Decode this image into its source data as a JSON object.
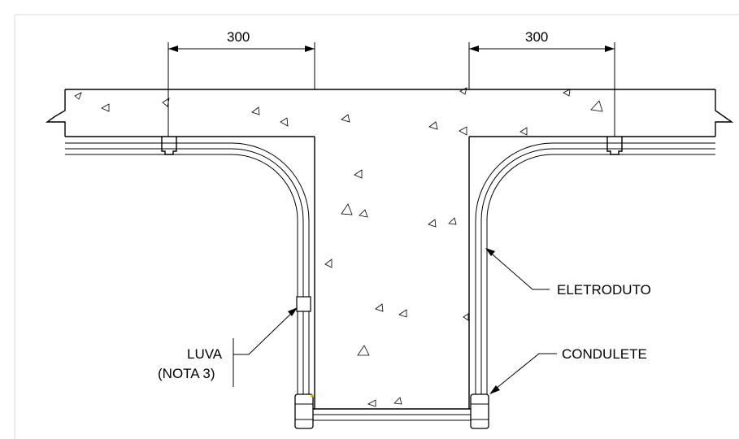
{
  "dimensions": {
    "left": "300",
    "right": "300"
  },
  "labels": {
    "eletroduto": "ELETRODUTO",
    "condulete": "CONDULETE",
    "luva_line1": "LUVA",
    "luva_line2": "(NOTA 3)"
  },
  "colors": {
    "line": "#000000",
    "border": "#d9d9d9",
    "background": "#ffffff",
    "condulete_accent": "#e8a200"
  }
}
